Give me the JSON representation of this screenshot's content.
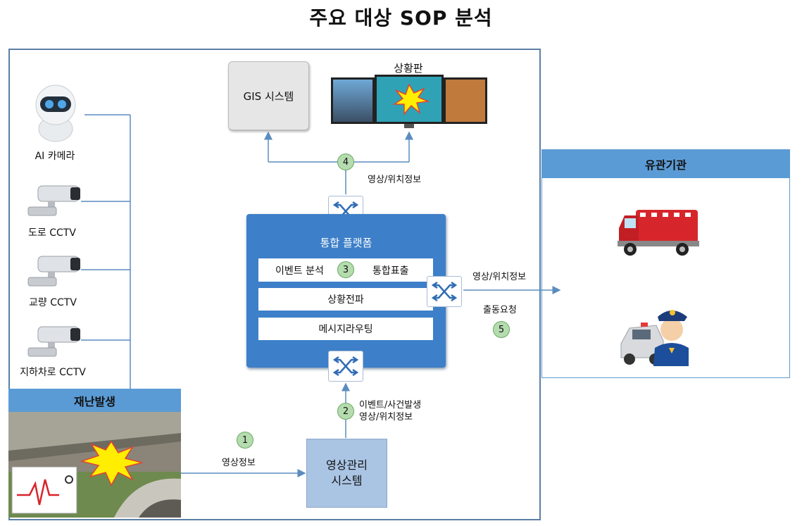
{
  "title": "주요 대상 SOP 분석",
  "cameras": [
    {
      "label": "AI 카메라",
      "icon": "ai-camera-icon"
    },
    {
      "label": "도로 CCTV",
      "icon": "cctv-camera-icon"
    },
    {
      "label": "교량 CCTV",
      "icon": "cctv-camera-icon"
    },
    {
      "label": "지하차로 CCTV",
      "icon": "cctv-camera-icon"
    }
  ],
  "gis": {
    "label": "GIS 시스템"
  },
  "situation_board": {
    "label": "상황판"
  },
  "platform": {
    "title": "통합 플랫폼",
    "event_analysis": "이벤트 분석",
    "integrated_display": "통합표출",
    "situation_propagation": "상황전파",
    "message_routing": "메시지라우팅"
  },
  "vms": {
    "line1": "영상관리",
    "line2": "시스템"
  },
  "agencies": {
    "header": "유관기관",
    "vehicles": [
      "fire-truck-icon",
      "police-icon"
    ]
  },
  "disaster": {
    "header": "재난발생"
  },
  "steps": [
    {
      "num": "1",
      "text": "영상정보"
    },
    {
      "num": "2",
      "text1": "이벤트/사건발생",
      "text2": "영상/위치정보"
    },
    {
      "num": "3"
    },
    {
      "num": "4",
      "text": "영상/위치정보"
    },
    {
      "num": "5",
      "text1": "영상/위치정보",
      "text2": "출동요청"
    }
  ],
  "colors": {
    "accent": "#5b9bd5",
    "platform": "#3d7fc8",
    "step": "#b5dcae",
    "line": "#5b8cc0"
  }
}
